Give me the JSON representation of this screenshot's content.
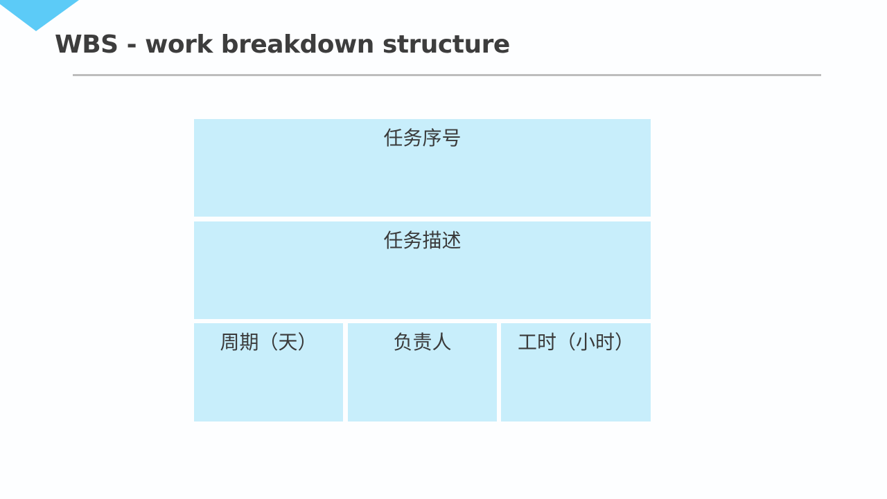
{
  "slide": {
    "title": "WBS - work breakdown structure",
    "accent_color": "#5ccbf7",
    "box_color": "#c8eefb",
    "boxes": {
      "task_id": "任务序号",
      "task_desc": "任务描述",
      "duration": "周期（天）",
      "owner": "负责人",
      "hours": "工时（小时）"
    }
  }
}
